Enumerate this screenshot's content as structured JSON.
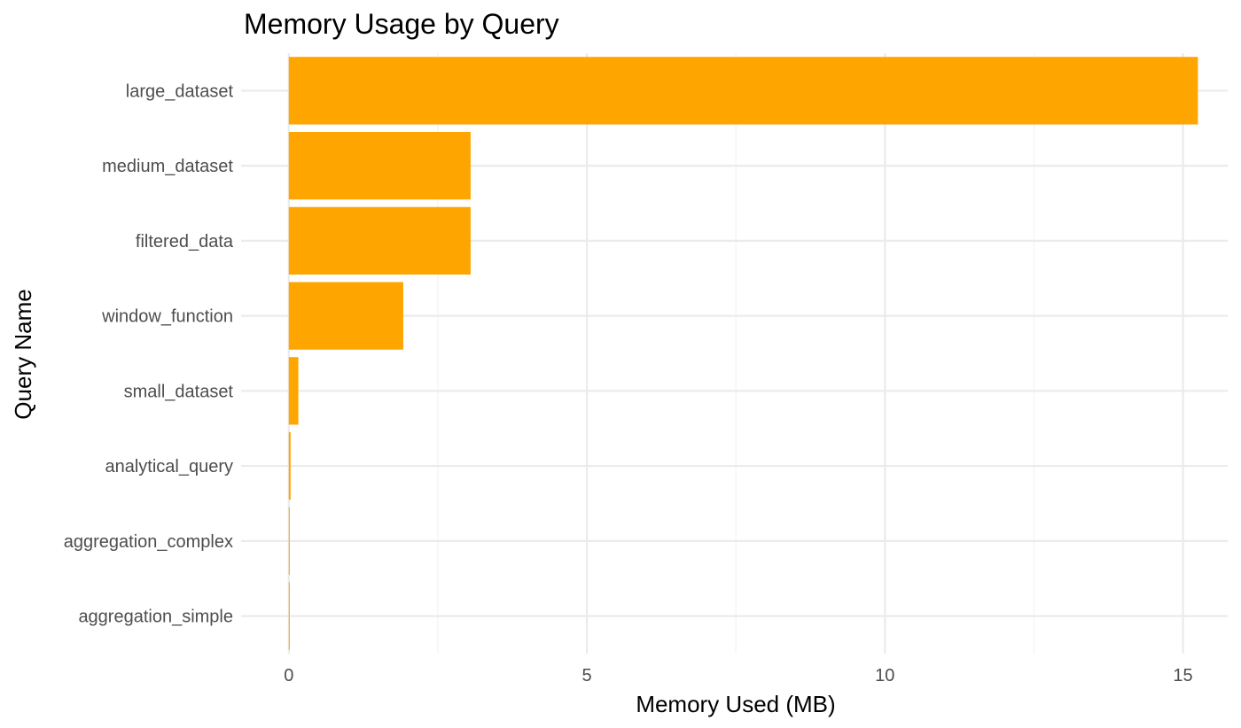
{
  "chart_data": {
    "type": "bar",
    "orientation": "horizontal",
    "title": "Memory Usage by Query",
    "xlabel": "Memory Used (MB)",
    "ylabel": "Query Name",
    "categories": [
      "large_dataset",
      "medium_dataset",
      "filtered_data",
      "window_function",
      "small_dataset",
      "analytical_query",
      "aggregation_complex",
      "aggregation_simple"
    ],
    "values": [
      15.25,
      3.05,
      3.05,
      1.92,
      0.16,
      0.03,
      0.005,
      0.005
    ],
    "xlim": [
      -0.8,
      15.75
    ],
    "xticks": [
      0,
      5,
      10,
      15
    ],
    "xtick_labels": [
      "0",
      "5",
      "10",
      "15"
    ],
    "grid": true,
    "bar_color": "#FFA500",
    "legend": "none"
  }
}
